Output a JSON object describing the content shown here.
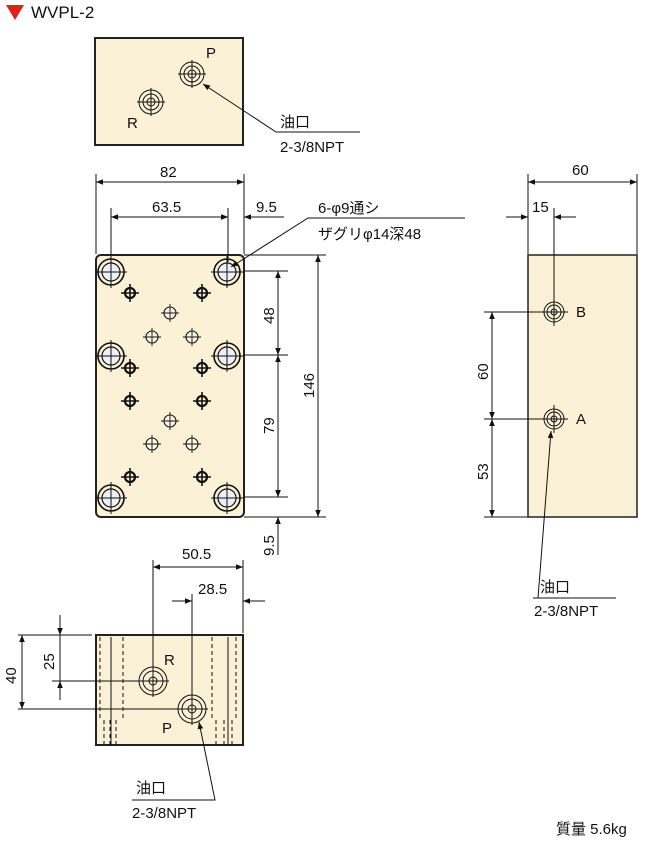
{
  "title": "WVPL-2",
  "colors": {
    "marker": "#e0201b",
    "body_fill": "#fbf1d6"
  },
  "top_view": {
    "port_p": "P",
    "port_r": "R",
    "note_line1": "油口",
    "note_line2": "2-3/8NPT"
  },
  "front_view": {
    "dim_width": "82",
    "dim_pitch": "63.5",
    "dim_edge": "9.5",
    "hole_note_line1": "6-φ9通シ",
    "hole_note_line2": "ザグリφ14深48",
    "dim_v1": "48",
    "dim_v2": "79",
    "dim_total": "146",
    "dim_bottom": "9.5"
  },
  "side_view": {
    "dim_width": "60",
    "dim_offset": "15",
    "dim_ab": "60",
    "dim_a_bottom": "53",
    "port_b": "B",
    "port_a": "A",
    "note_line1": "油口",
    "note_line2": "2-3/8NPT"
  },
  "bottom_view": {
    "dim_r": "50.5",
    "dim_p": "28.5",
    "dim_p_height": "40",
    "dim_r_height": "25",
    "port_r": "R",
    "port_p": "P",
    "note_line1": "油口",
    "note_line2": "2-3/8NPT"
  },
  "mass": "質量 5.6kg"
}
